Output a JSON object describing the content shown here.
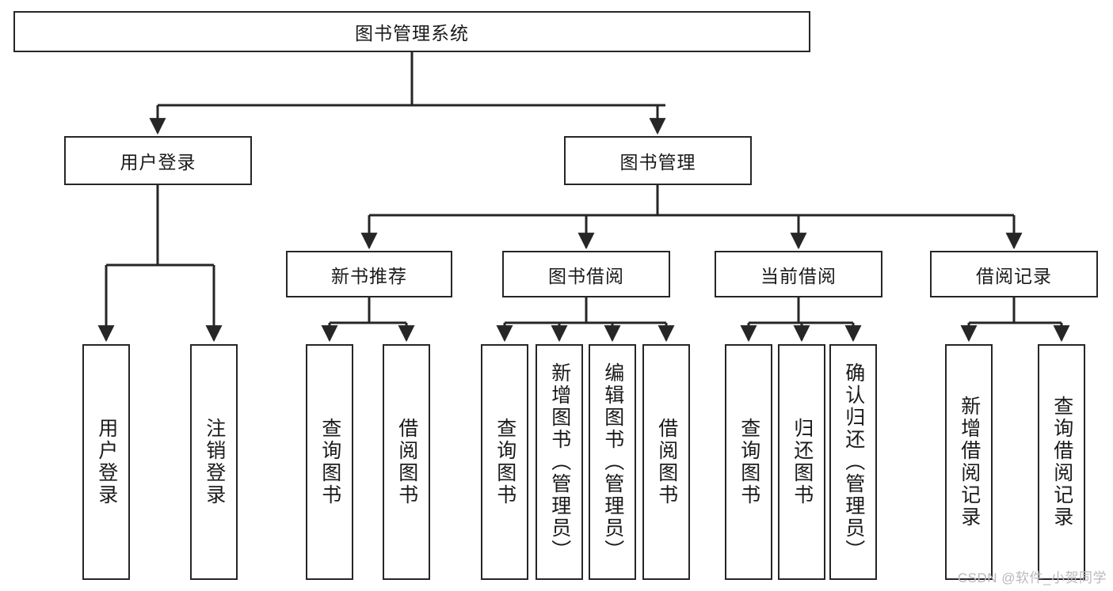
{
  "diagram": {
    "title": "图书管理系统",
    "type": "tree-hierarchy-chart",
    "watermark": "CSDN @软件_小贺同学",
    "colors": {
      "box_border": "#262626",
      "box_fill": "#ffffff",
      "connector": "#262626",
      "text": "#1a1a1a",
      "watermark": "#b9b9b9"
    },
    "root": {
      "label": "图书管理系统"
    },
    "level2": [
      {
        "label": "用户登录"
      },
      {
        "label": "图书管理"
      }
    ],
    "level3": [
      {
        "label": "新书推荐"
      },
      {
        "label": "图书借阅"
      },
      {
        "label": "当前借阅"
      },
      {
        "label": "借阅记录"
      }
    ],
    "leaves": {
      "user_login": [
        {
          "label": "用户登录"
        },
        {
          "label": "注销登录"
        }
      ],
      "new_book_recommend": [
        {
          "label": "查询图书"
        },
        {
          "label": "借阅图书"
        }
      ],
      "book_borrow": [
        {
          "label": "查询图书"
        },
        {
          "label": "新增图书（管理员）"
        },
        {
          "label": "编辑图书（管理员）"
        },
        {
          "label": "借阅图书"
        }
      ],
      "current_borrow": [
        {
          "label": "查询图书"
        },
        {
          "label": "归还图书"
        },
        {
          "label": "确认归还（管理员）"
        }
      ],
      "borrow_record": [
        {
          "label": "新增借阅记录"
        },
        {
          "label": "查询借阅记录"
        }
      ]
    }
  }
}
